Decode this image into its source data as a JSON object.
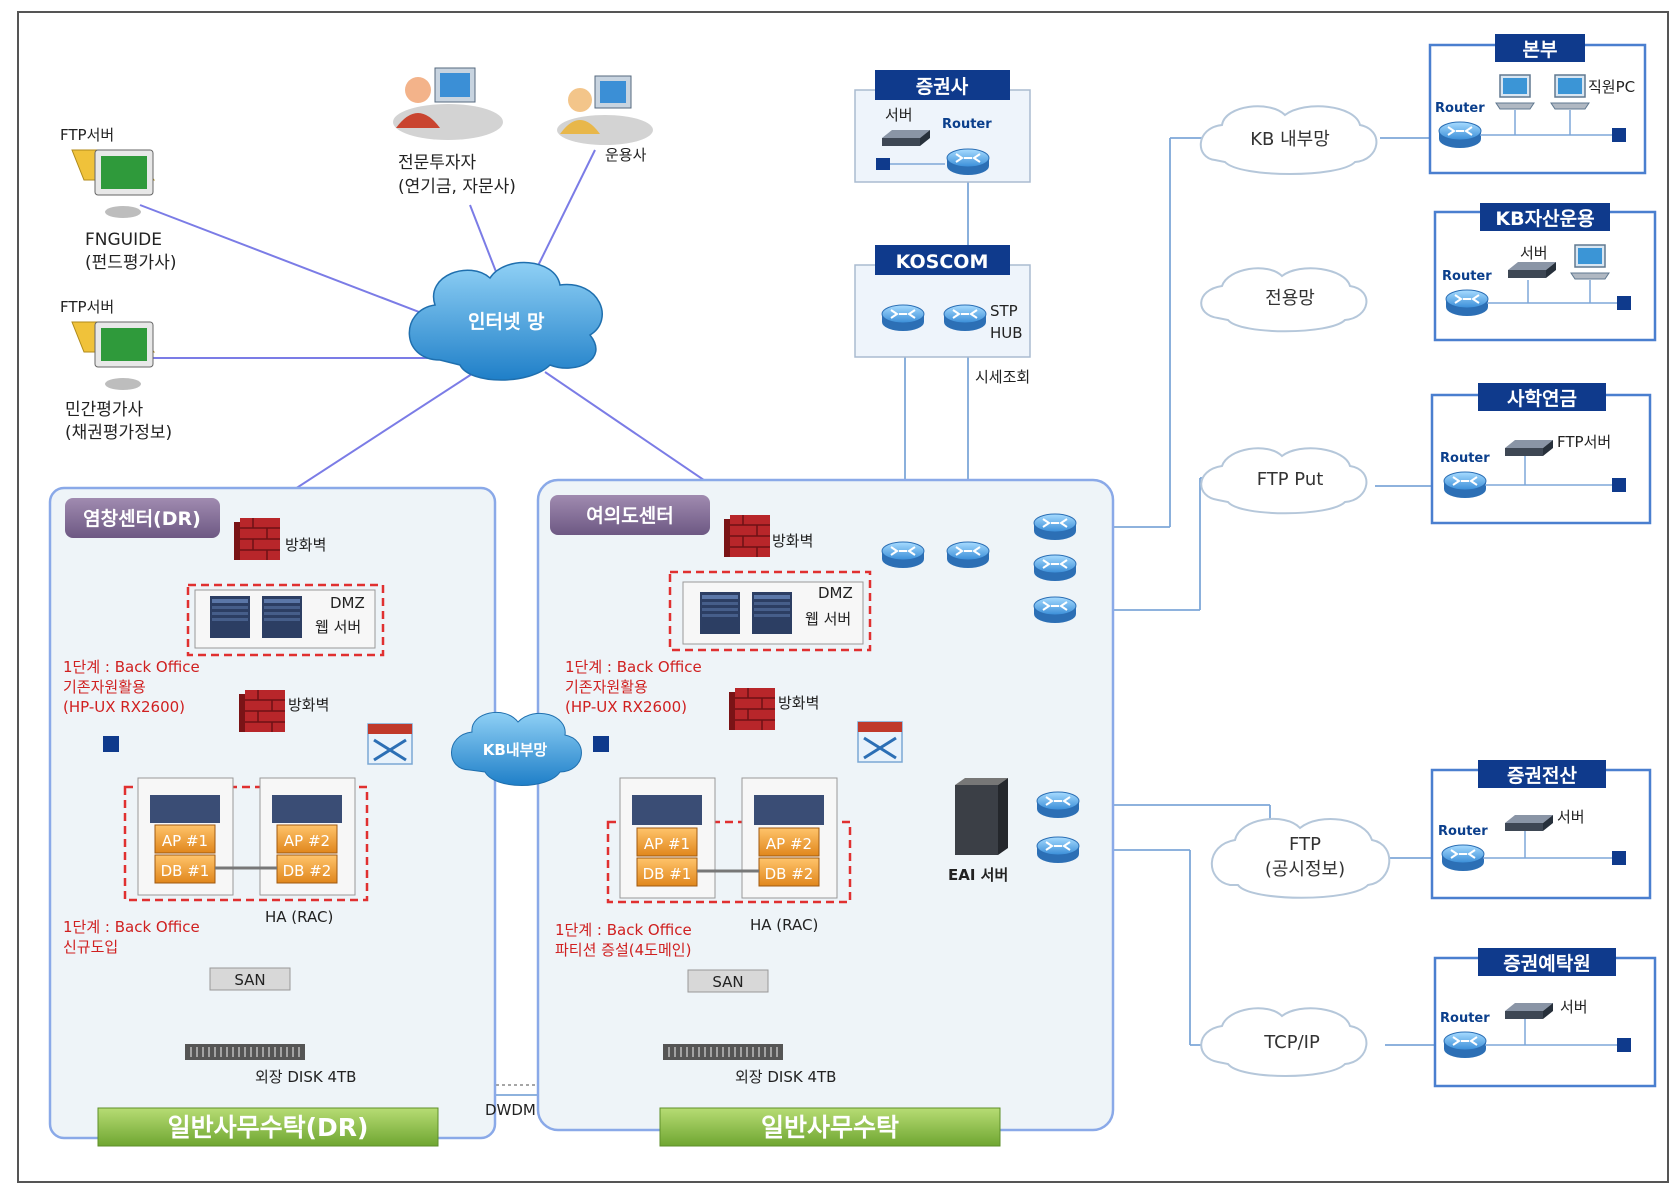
{
  "ftp_label": "FTP서버",
  "fnguide": {
    "name": "FNGUIDE",
    "desc": "(펀드평가사)"
  },
  "private_rating": {
    "name": "민간평가사",
    "desc": "(채권평가정보)"
  },
  "investor": {
    "name": "전문투자자",
    "desc": "(연기금, 자문사)"
  },
  "asset_manager": "운용사",
  "internet": "인터넷 망",
  "securities": {
    "title": "증권사",
    "server": "서버",
    "router": "Router"
  },
  "koscom": {
    "title": "KOSCOM",
    "stp": "STP",
    "hub": "HUB",
    "quote": "시세조회"
  },
  "dr_center": {
    "title": "염창센터(DR)",
    "firewall": "방화벽",
    "dmz": "DMZ",
    "web": "웹 서버",
    "stage1": "1단계 : Back Office",
    "stage1_sub": "기존자원활용",
    "stage1_hw": "(HP-UX RX2600)",
    "ap1": "AP #1",
    "db1": "DB #1",
    "ap2": "AP #2",
    "db2": "DB #2",
    "ha": "HA (RAC)",
    "stage2": "1단계 : Back Office",
    "stage2_sub": "신규도입",
    "san": "SAN",
    "disk": "외장 DISK 4TB",
    "banner": "일반사무수탁(DR)"
  },
  "yeouido_center": {
    "title": "여의도센터",
    "firewall": "방화벽",
    "dmz": "DMZ",
    "web": "웹 서버",
    "stage1": "1단계 : Back Office",
    "stage1_sub": "기존자원활용",
    "stage1_hw": "(HP-UX RX2600)",
    "ap1": "AP #1",
    "db1": "DB #1",
    "ap2": "AP #2",
    "db2": "DB #2",
    "ha": "HA (RAC)",
    "stage2": "1단계 : Back Office",
    "stage2_sub": "파티션 증설(4도메인)",
    "san": "SAN",
    "disk": "외장 DISK 4TB",
    "banner": "일반사무수탁"
  },
  "kb_internal_cloud": "KB내부망",
  "dwdm": "DWDM",
  "eai": "EAI 서버",
  "clouds": {
    "kb_internal": "KB 내부망",
    "dedicated": "전용망",
    "ftp_put": "FTP Put",
    "ftp_disclosure": "FTP",
    "ftp_disclosure_sub": "(공시정보)",
    "tcpip": "TCP/IP"
  },
  "sites": {
    "hq": {
      "title": "본부",
      "pc": "직원PC",
      "router": "Router"
    },
    "kb_asset": {
      "title": "KB자산운용",
      "server": "서버",
      "router": "Router"
    },
    "private_school": {
      "title": "사학연금",
      "server": "FTP서버",
      "router": "Router"
    },
    "sec_computing": {
      "title": "증권전산",
      "server": "서버",
      "router": "Router"
    },
    "depository": {
      "title": "증권예탁원",
      "server": "서버",
      "router": "Router"
    }
  }
}
